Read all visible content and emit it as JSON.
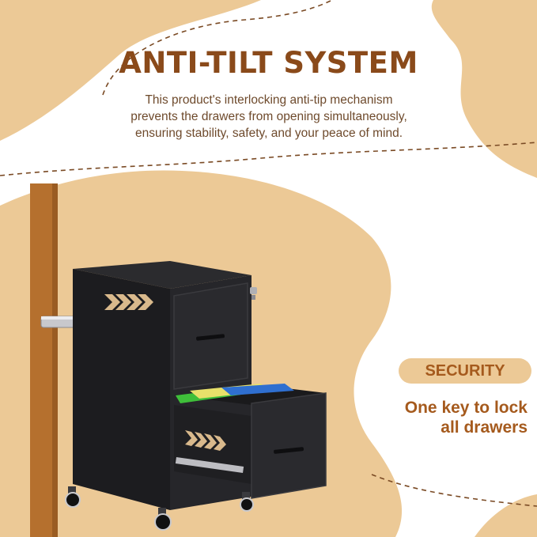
{
  "heading": "ANTI-TILT SYSTEM",
  "description": [
    "This product's interlocking anti-tip mechanism",
    "prevents the drawers from opening simultaneously,",
    "ensuring stability, safety, and your peace of mind."
  ],
  "badge": "SECURITY",
  "feature": [
    "One key to lock",
    "all drawers"
  ],
  "colors": {
    "background_tan": "#ecc996",
    "heading_brown": "#8a4a1a",
    "accent_brown": "#a55a1d",
    "cabinet_black": "#1f1f21",
    "post_brown": "#b5702e"
  },
  "scene_objects": [
    "wall-post",
    "anti-tip-bolt",
    "filing-cabinet",
    "hanging-folders",
    "caster-wheels",
    "lock-icon"
  ]
}
